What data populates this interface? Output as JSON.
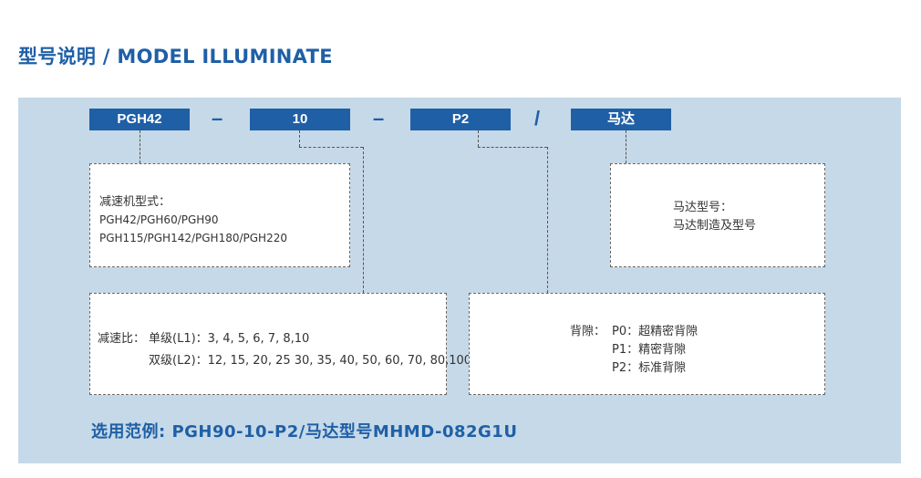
{
  "title": "型号说明 / MODEL ILLUMINATE",
  "codes": {
    "model": "PGH42",
    "ratio": "10",
    "backlash": "P2",
    "motor": "马达",
    "sep1": "–",
    "sep2": "–",
    "sep3": "/"
  },
  "reducer_box": {
    "label": "减速机型式：",
    "line1": "PGH42/PGH60/PGH90",
    "line2": "PGH115/PGH142/PGH180/PGH220"
  },
  "motor_box": {
    "label": "马达型号：",
    "line1": "马达制造及型号"
  },
  "ratio_box": {
    "label": "减速比：",
    "single": "单级(L1)：3, 4, 5, 6, 7, 8,10",
    "double": "双级(L2)：12, 15, 20, 25  30, 35, 40, 50, 60, 70, 80,100"
  },
  "backlash_box": {
    "label": "背隙：",
    "p0": "P0：超精密背隙",
    "p1": "P1：精密背隙",
    "p2": "P2：标准背隙"
  },
  "example": "选用范例: PGH90-10-P2/马达型号MHMD-082G1U",
  "colors": {
    "brand_blue": "#1f5fa6",
    "panel_bg": "#c6d9e8"
  }
}
